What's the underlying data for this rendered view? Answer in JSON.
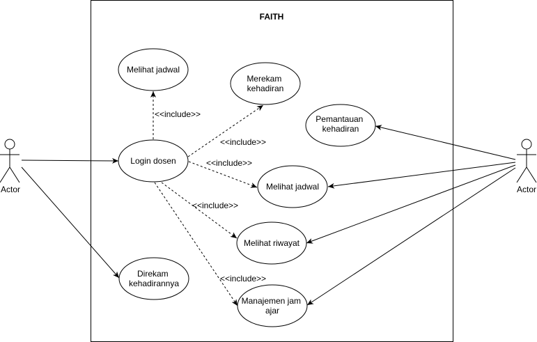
{
  "system": {
    "title": "FAITH"
  },
  "actors": {
    "left": {
      "label": "Actor"
    },
    "right": {
      "label": "Actor"
    }
  },
  "use_cases": {
    "melihat_jadwal_top": [
      "Melihat jadwal"
    ],
    "merekam_kehadiran": [
      "Merekam",
      "kehadiran"
    ],
    "pemantauan_kehadiran": [
      "Pemantauan",
      "kehadiran"
    ],
    "login_dosen": [
      "Login dosen"
    ],
    "melihat_jadwal": [
      "Melihat jadwal"
    ],
    "melihat_riwayat": [
      "Melihat riwayat"
    ],
    "direkam_kehadirannya": [
      "Direkam",
      "kehadirannya"
    ],
    "manajemen_jam_ajar": [
      "Manajemen jam",
      "ajar"
    ]
  },
  "relations": {
    "include_label": "<<include>>"
  },
  "colors": {
    "stroke": "#000000",
    "background": "#ffffff"
  }
}
